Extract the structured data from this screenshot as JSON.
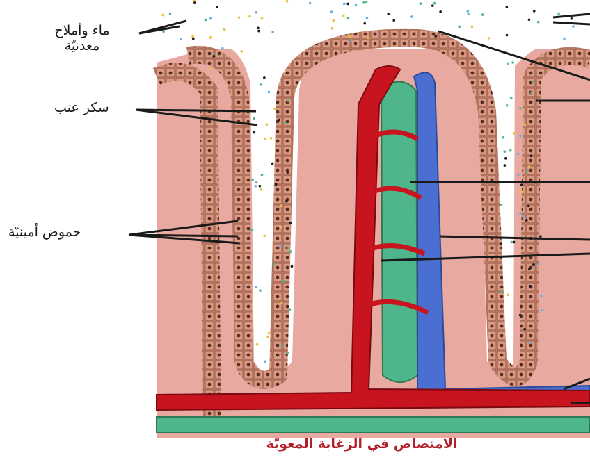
{
  "labels": {
    "water_minerals_line1": "ماء وأملاح",
    "water_minerals_line2": "معدنيّة",
    "sucrose": "سكر عنب",
    "amino_acids": "حموض أمينيّة"
  },
  "caption": "الامتصاص في الزغابة المعويّة",
  "colors": {
    "tissue": "#e8a9a0",
    "epithelium": "#c98a72",
    "artery": "#c8141e",
    "vein": "#4a6fd0",
    "lacteal": "#4fb58a",
    "label_text": "#1a1a1a",
    "caption_text": "#b0202a"
  }
}
